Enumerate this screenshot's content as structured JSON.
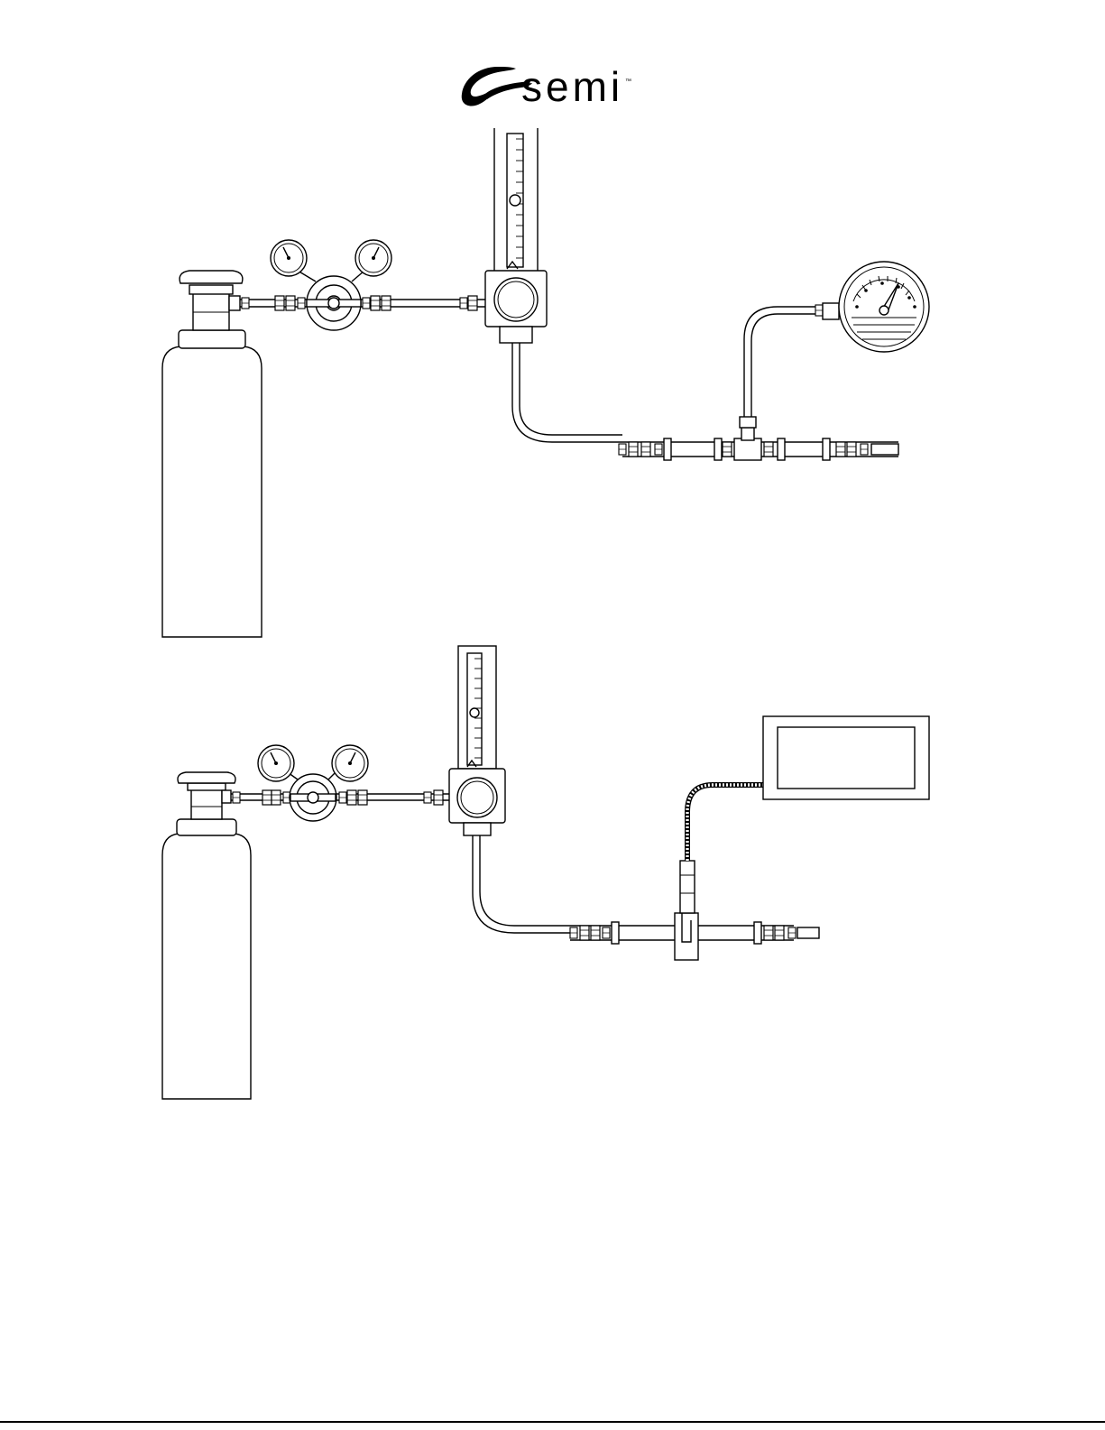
{
  "logo": {
    "text": "semi",
    "trademark": "™"
  },
  "colors": {
    "line": "#000000",
    "background": "#ffffff"
  },
  "setups": [
    {
      "id": "setup-top",
      "instruments": [
        "cylinder",
        "dual-gauge-regulator",
        "rotameter-flowmeter",
        "tee-fitting",
        "pressure-gauge"
      ]
    },
    {
      "id": "setup-bottom",
      "instruments": [
        "cylinder",
        "dual-gauge-regulator",
        "rotameter-flowmeter",
        "inline-sensor",
        "electronic-display"
      ]
    }
  ]
}
